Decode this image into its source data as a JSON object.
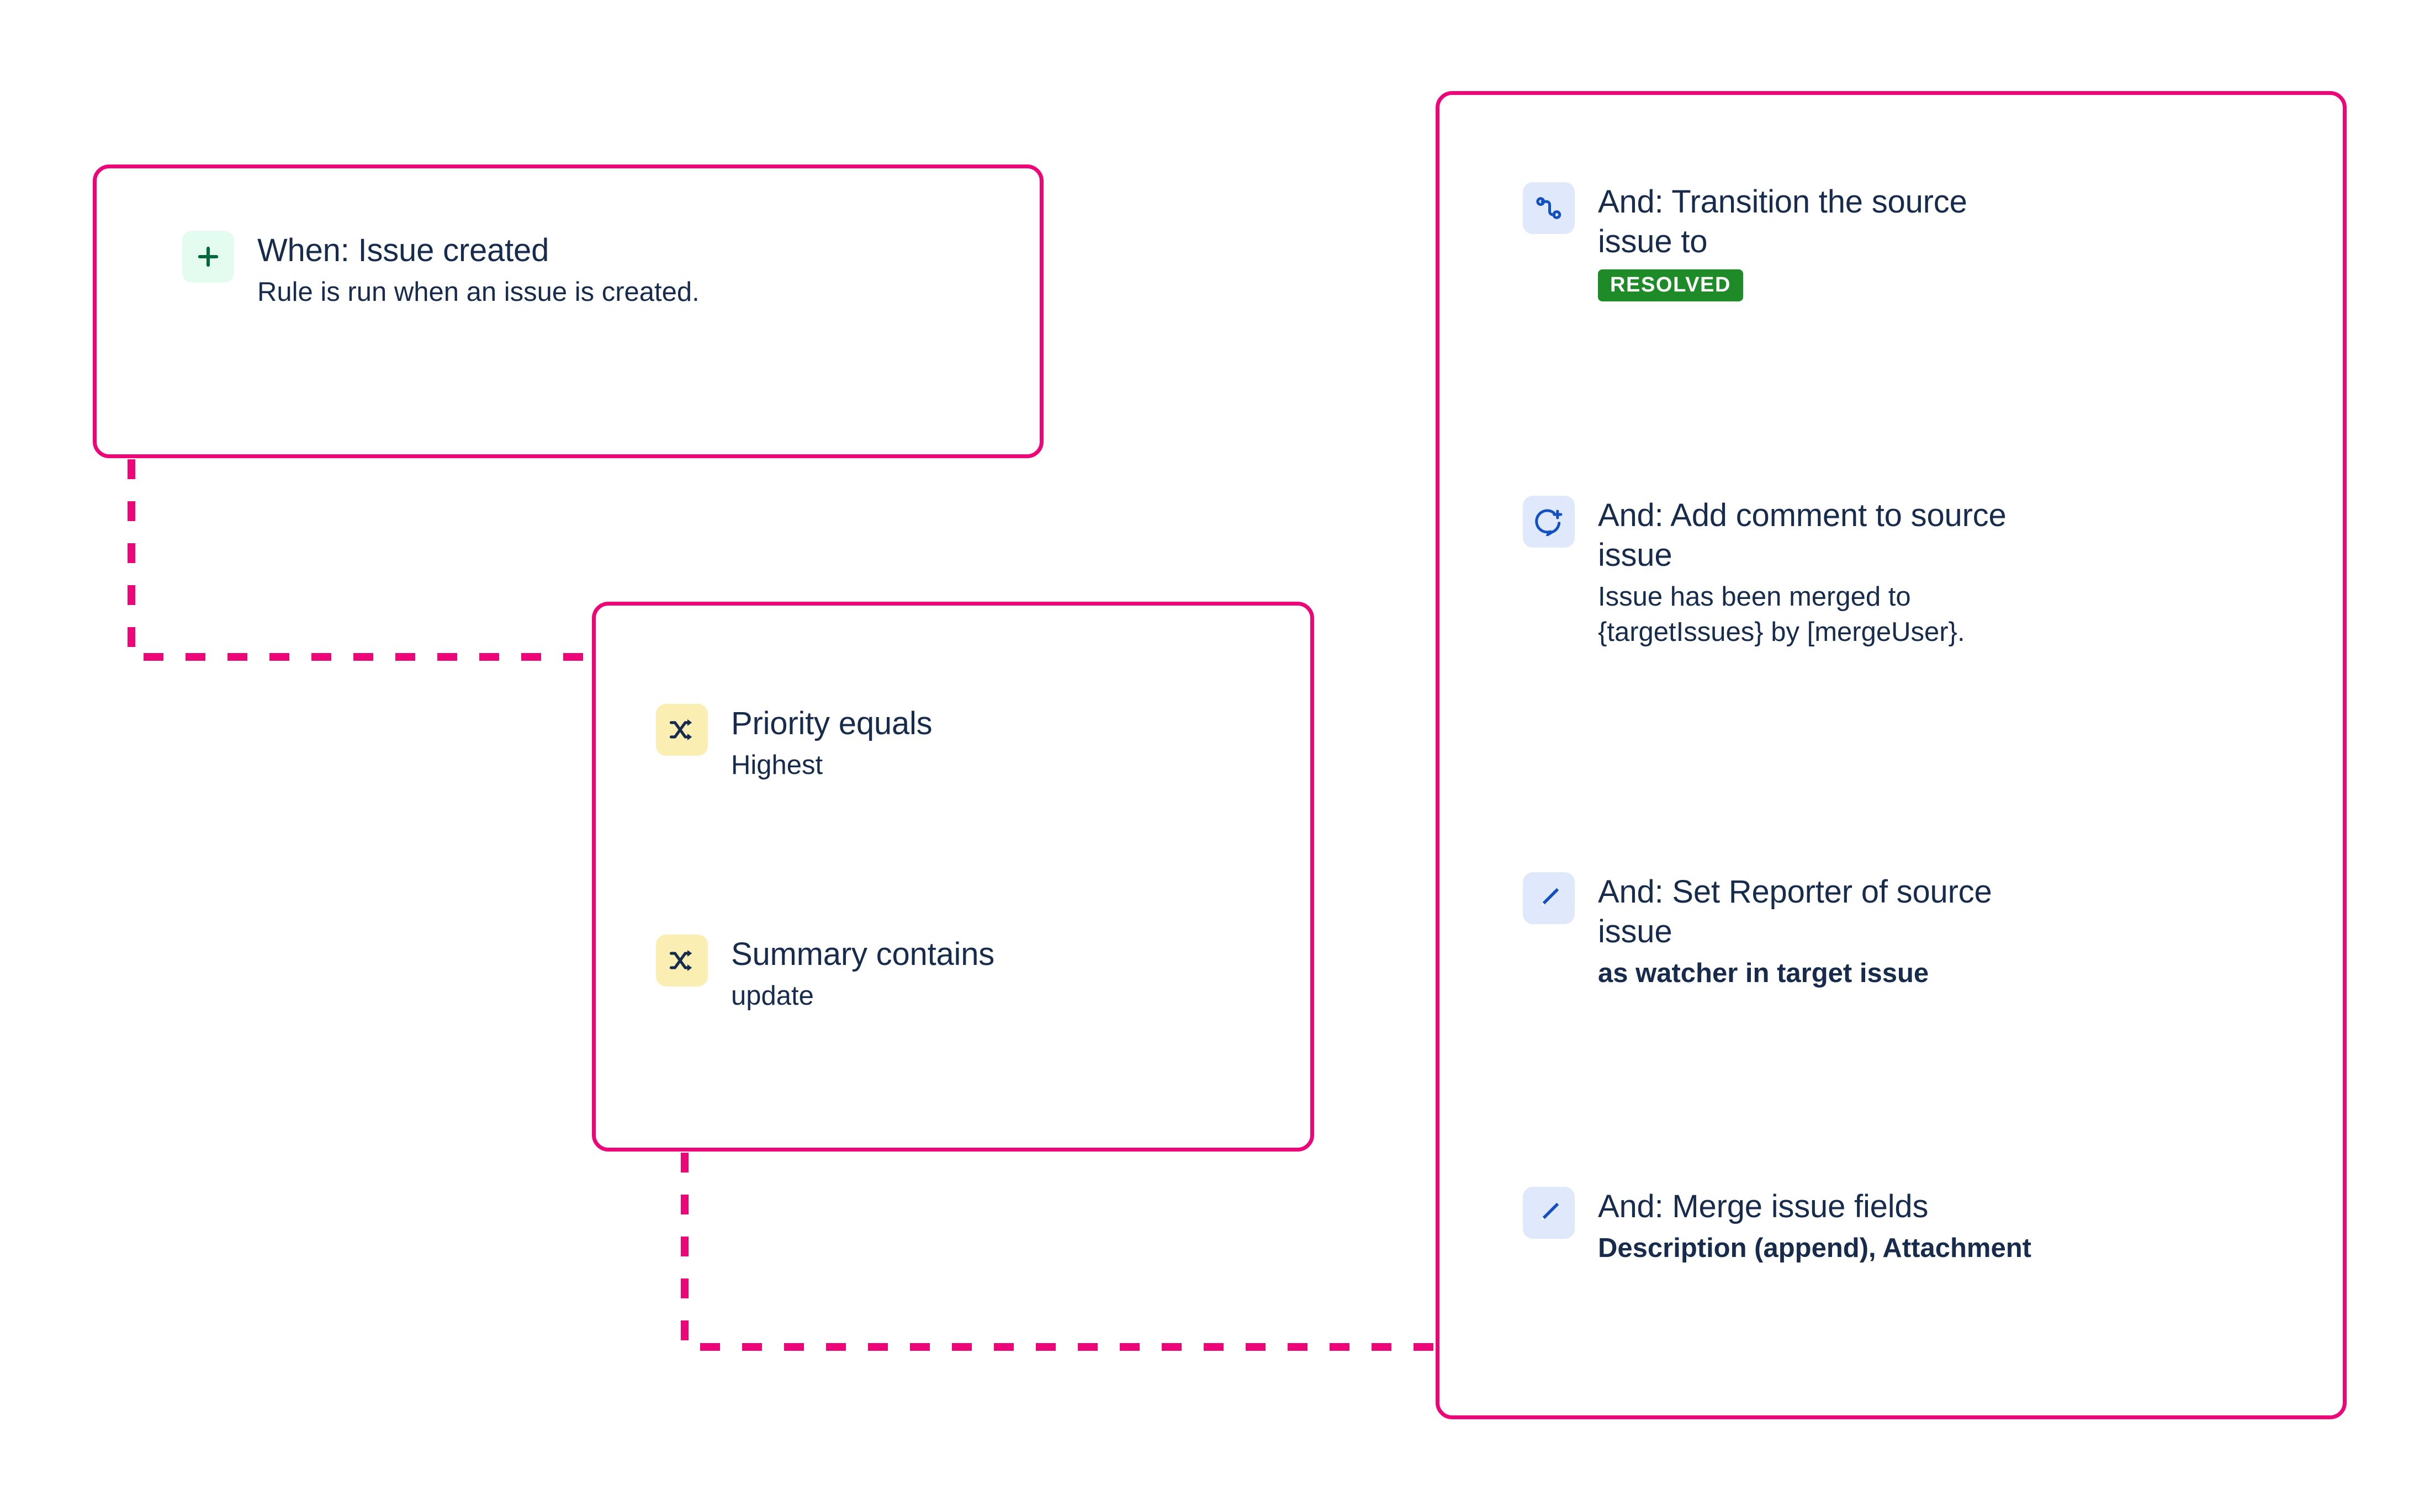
{
  "theme": {
    "accent_pink": "#ED0677",
    "text_navy": "#172B4D",
    "timeline_grey": "#EBECF0",
    "trigger_icon_bg": "#E4FBEF",
    "trigger_icon_fg": "#00683B",
    "condition_icon_bg": "#FBEEB3",
    "condition_icon_fg": "#172B4D",
    "action_icon_bg": "#DFE9FB",
    "action_icon_fg": "#1350C1",
    "lozenge_green_bg": "#1F8B28",
    "lozenge_green_fg": "#FFFFFF"
  },
  "trigger": {
    "icon": "plus-icon",
    "title": "When: Issue created",
    "subtitle": "Rule is run when an issue is created."
  },
  "conditions": {
    "items": [
      {
        "icon": "shuffle-icon",
        "title": "Priority equals",
        "subtitle": "Highest",
        "bold_subtitle": false
      },
      {
        "icon": "shuffle-icon",
        "title": "Summary contains",
        "subtitle": "update",
        "bold_subtitle": false
      }
    ]
  },
  "actions": {
    "items": [
      {
        "icon": "transition-icon",
        "title": "And: Transition the source\nissue to",
        "subtitle": "",
        "bold_subtitle": false,
        "badge": "RESOLVED"
      },
      {
        "icon": "add-comment-icon",
        "title": "And: Add comment to source\nissue",
        "subtitle": "Issue has been merged to\n{targetIssues} by [mergeUser}.",
        "bold_subtitle": false,
        "badge": ""
      },
      {
        "icon": "pencil-icon",
        "title": "And: Set Reporter of source\nissue",
        "subtitle": "as watcher in target issue",
        "bold_subtitle": true,
        "badge": ""
      },
      {
        "icon": "pencil-icon",
        "title": "And: Merge issue fields",
        "subtitle": "Description (append), Attachment",
        "bold_subtitle": true,
        "badge": ""
      }
    ]
  },
  "connectors": [
    {
      "name": "trigger-to-conditions",
      "style": "dashed",
      "endpoint": "dot"
    },
    {
      "name": "conditions-to-actions",
      "style": "dashed",
      "endpoint": "dot"
    }
  ]
}
